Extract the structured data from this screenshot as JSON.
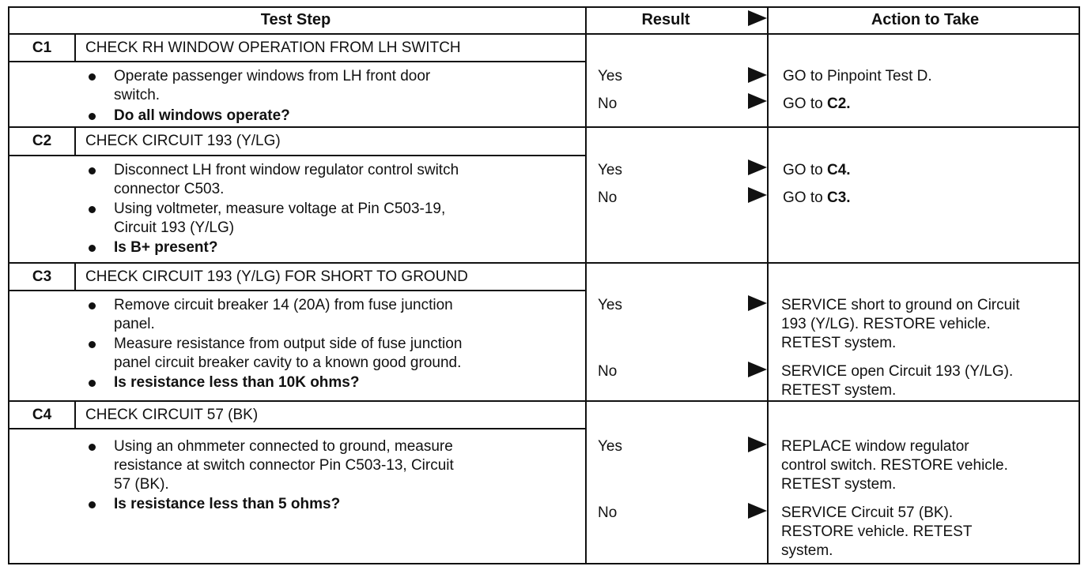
{
  "header": {
    "test_step": "Test Step",
    "result": "Result",
    "action": "Action to Take"
  },
  "steps": [
    {
      "code": "C1",
      "title": "CHECK RH WINDOW OPERATION FROM LH SWITCH",
      "bullets": [
        "Operate passenger windows from LH front door",
        "switch.",
        "Do all windows operate?"
      ],
      "results": [
        {
          "label": "Yes",
          "action": [
            "GO to Pinpoint Test D."
          ]
        },
        {
          "label": "No",
          "action_prefix": "GO to ",
          "action_bold": "C2."
        }
      ]
    },
    {
      "code": "C2",
      "title": "CHECK CIRCUIT 193 (Y/LG)",
      "bullets": [
        "Disconnect LH front window regulator control switch",
        "connector C503.",
        "Using voltmeter, measure voltage at Pin C503-19,",
        "Circuit 193 (Y/LG)",
        "Is B+ present?"
      ],
      "results": [
        {
          "label": "Yes",
          "action_prefix": "GO to ",
          "action_bold": "C4."
        },
        {
          "label": "No",
          "action_prefix": "GO to ",
          "action_bold": "C3."
        }
      ]
    },
    {
      "code": "C3",
      "title": "CHECK CIRCUIT 193 (Y/LG) FOR SHORT TO GROUND",
      "bullets": [
        "Remove circuit breaker 14 (20A) from fuse junction",
        "panel.",
        "Measure resistance from output side of fuse junction",
        "panel circuit breaker cavity to a known good ground.",
        "Is resistance less than 10K ohms?"
      ],
      "results": [
        {
          "label": "Yes",
          "action": [
            "SERVICE short to ground on Circuit",
            "193 (Y/LG). RESTORE vehicle.",
            "RETEST system."
          ]
        },
        {
          "label": "No",
          "action": [
            "SERVICE open Circuit 193 (Y/LG).",
            "RETEST system."
          ]
        }
      ]
    },
    {
      "code": "C4",
      "title": "CHECK CIRCUIT 57 (BK)",
      "bullets": [
        "Using an ohmmeter connected to ground, measure",
        "resistance at switch connector Pin C503-13, Circuit",
        "57 (BK).",
        "Is resistance less than 5 ohms?"
      ],
      "results": [
        {
          "label": "Yes",
          "action": [
            "REPLACE window regulator",
            "control switch. RESTORE vehicle.",
            "RETEST system."
          ]
        },
        {
          "label": "No",
          "action": [
            "SERVICE Circuit 57 (BK).",
            "RESTORE vehicle. RETEST",
            "system."
          ]
        }
      ]
    }
  ]
}
